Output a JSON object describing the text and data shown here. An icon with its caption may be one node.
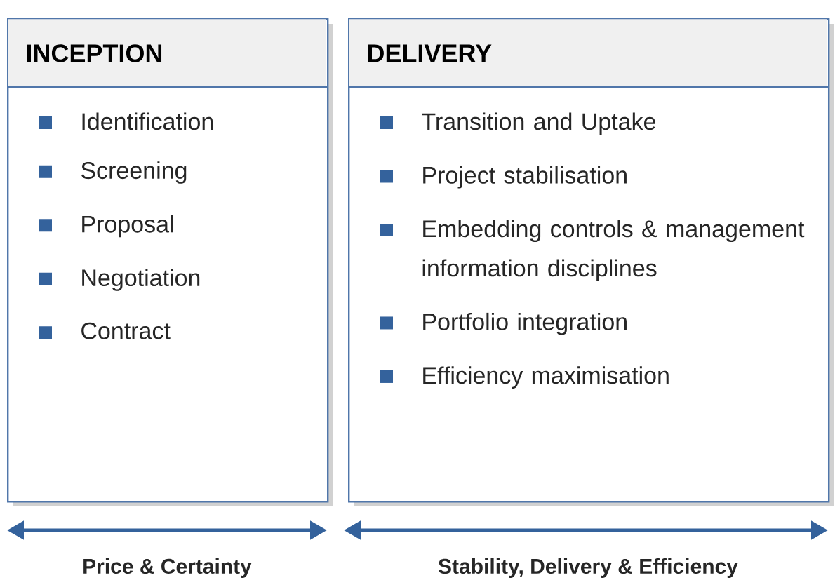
{
  "diagram": {
    "nodes": [
      {
        "text": [
          "INCEPTION",
          "Identification",
          "Screening",
          "Proposal",
          "Negotiation",
          "Contract"
        ]
      },
      {
        "text": [
          "DELIVERY",
          "Transition and Uptake",
          "Project stabilisation",
          "Embedding controls & management information disciplines",
          "Portfolio integration",
          "Efficiency maximisation"
        ]
      }
    ],
    "labels": [
      "Price & Certainty",
      "Stability, Delivery & Efficiency"
    ]
  }
}
